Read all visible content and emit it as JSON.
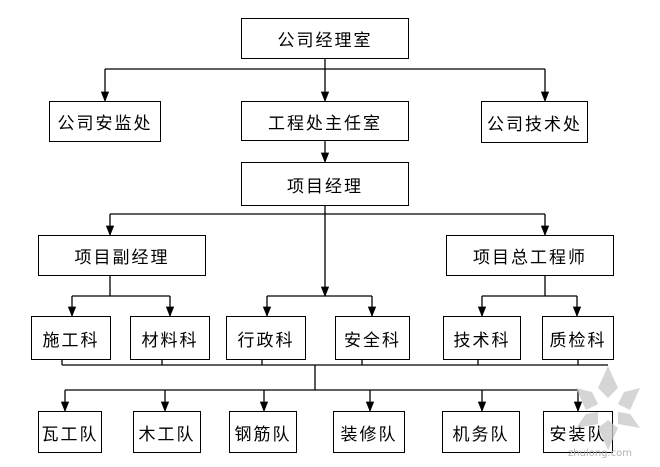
{
  "org_chart": {
    "top": "公司经理室",
    "level2": {
      "left": "公司安监处",
      "center": "工程处主任室",
      "right": "公司技术处"
    },
    "manager": "项目经理",
    "deputies": {
      "left": "项目副经理",
      "right": "项目总工程师"
    },
    "departments": [
      "施工科",
      "材料科",
      "行政科",
      "安全科",
      "技术科",
      "质检科"
    ],
    "teams": [
      "瓦工队",
      "木工队",
      "钢筋队",
      "装修队",
      "机务队",
      "安装队"
    ]
  },
  "watermark": {
    "text": "zhulong.com",
    "color": "#c0c0c0"
  },
  "colors": {
    "line": "#000000",
    "box_border": "#000000",
    "background": "#ffffff"
  }
}
